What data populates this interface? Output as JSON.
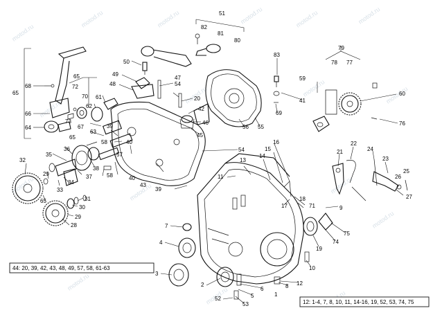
{
  "watermark": "motod.ru",
  "legend_left": "44: 20, 39, 42, 43, 48, 49, 57, 58, 61-63",
  "legend_right": "12: 1-4, 7, 8, 10, 11, 14-16, 19, 52, 53, 74, 75",
  "part_numbers": {
    "n1": "1",
    "n2": "2",
    "n3": "3",
    "n4": "4",
    "n5": "5",
    "n6": "6",
    "n7": "7",
    "n8": "8",
    "n10": "10",
    "n11": "11",
    "n12": "12",
    "n13": "13",
    "n14": "14",
    "n15": "15",
    "n16": "16",
    "n17": "17",
    "n18": "18",
    "n19": "19",
    "n20": "20",
    "n21": "21",
    "n22": "22",
    "n23": "23",
    "n24": "24",
    "n25": "25",
    "n26": "26",
    "n27": "27",
    "n28": "28",
    "n29a": "29",
    "n29b": "29",
    "n30": "30",
    "n31": "31",
    "n32": "32",
    "n33": "33",
    "n34": "34",
    "n35": "35",
    "n36": "36",
    "n37": "37",
    "n38": "38",
    "n39a": "39",
    "n39b": "39",
    "n40": "40",
    "n41": "41",
    "n42": "42",
    "n43": "43",
    "n45": "45",
    "n46": "46",
    "n47": "47",
    "n48": "48",
    "n49": "49",
    "n50": "50",
    "n51": "51",
    "n52": "52",
    "n53": "53",
    "n54a": "54",
    "n54b": "54",
    "n55": "55",
    "n56": "56",
    "n57": "57",
    "n58": "58",
    "n59": "59",
    "n60": "60",
    "n61": "61",
    "n62": "62",
    "n63": "63",
    "n64": "64",
    "n65a": "65",
    "n65b": "65",
    "n65c": "65",
    "n66": "66",
    "n67": "67",
    "n68": "68",
    "n69": "69",
    "n70": "70",
    "n71": "71",
    "n72": "72",
    "n73": "73",
    "n74": "74",
    "n75": "75",
    "n76": "76",
    "n77": "77",
    "n78": "78",
    "n79": "79",
    "n80": "80",
    "n81": "81",
    "n82": "82",
    "n83": "83",
    "n9": "9"
  }
}
